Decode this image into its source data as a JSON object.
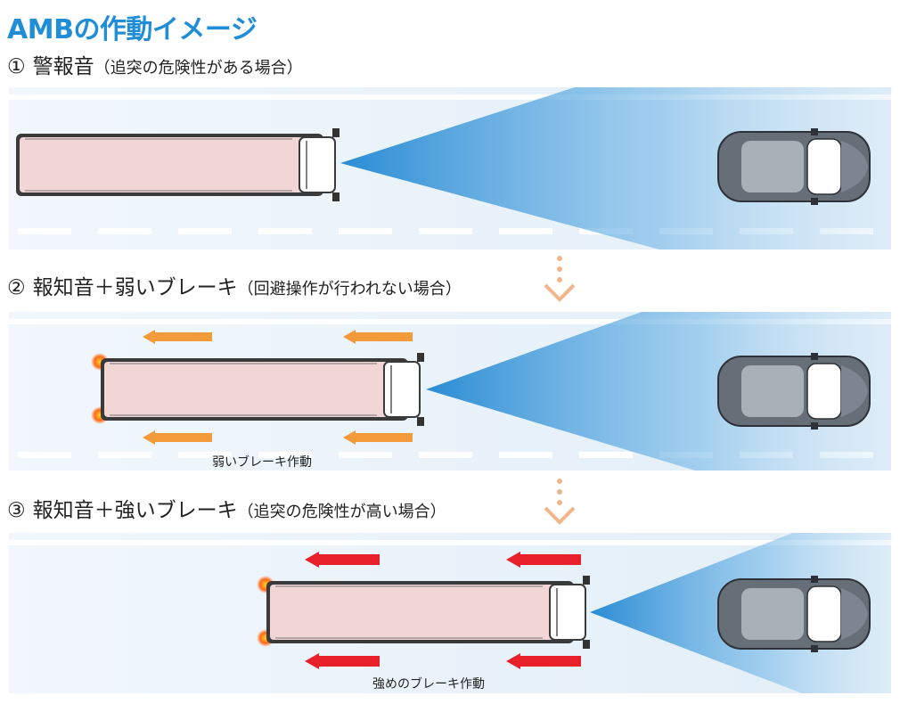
{
  "title": "AMBの作動イメージ",
  "steps": [
    {
      "number": "①",
      "heading": "警報音",
      "note": "（追突の危険性がある場合）",
      "caption": ""
    },
    {
      "number": "②",
      "heading": "報知音＋弱いブレーキ",
      "note": "（回避操作が行われない場合）",
      "caption": "弱いブレーキ作動"
    },
    {
      "number": "③",
      "heading": "報知音＋強いブレーキ",
      "note": "（追突の危険性が高い場合）",
      "caption": "強めのブレーキ作動"
    }
  ],
  "colors": {
    "title": "#1f8ed6",
    "road": "#eaf4fb",
    "beam": "#2f90d6",
    "bus_body": "#f2d6d6",
    "weak_arrow": "#f39a3a",
    "strong_arrow": "#e8202a",
    "brake_light": "#ff6a1a"
  }
}
